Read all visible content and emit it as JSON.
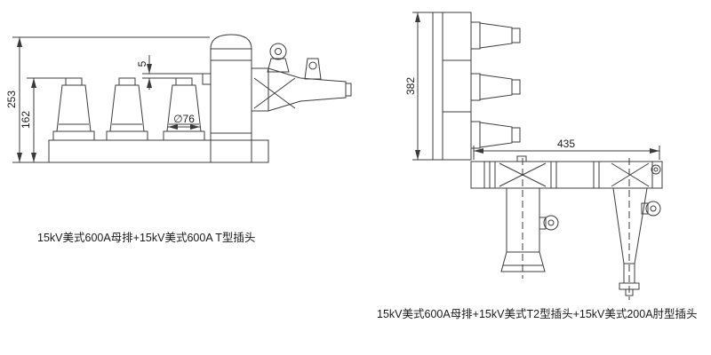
{
  "left": {
    "caption": "15kV美式600A母排+15kV美式600A T型插头",
    "dims": {
      "total_height": "253",
      "bushing_height": "162",
      "gap": "5",
      "diameter": "∅76"
    }
  },
  "right": {
    "caption": "15kV美式600A母排+15kV美式T2型插头+15kV美式200A肘型插头",
    "dims": {
      "total_height": "382",
      "length": "435"
    }
  }
}
